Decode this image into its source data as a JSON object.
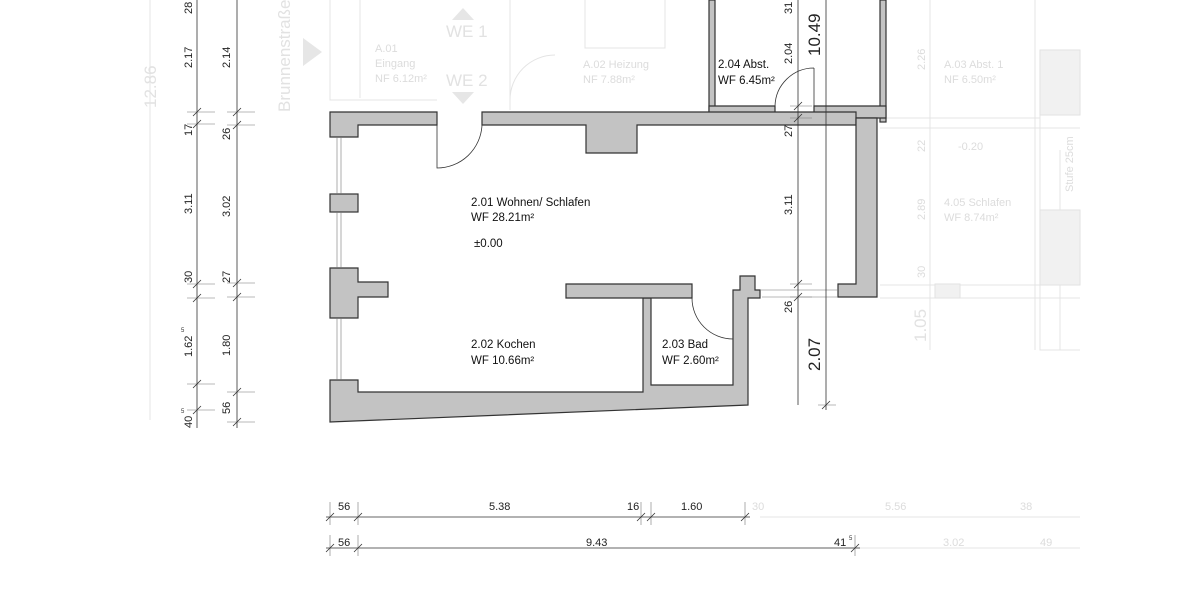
{
  "rooms": [
    {
      "name": "2.01 Wohnen/ Schlafen",
      "area": "WF 28.21m²",
      "level": "±0.00"
    },
    {
      "name": "2.02 Kochen",
      "area": "WF 10.66m²"
    },
    {
      "name": "2.03 Bad",
      "area": "WF 2.60m²"
    },
    {
      "name": "2.04 Abst.",
      "area": "WF 6.45m²"
    }
  ],
  "context": {
    "street": "Brunnenstraße",
    "we1": "WE 1",
    "we2": "WE 2",
    "a01": {
      "name": "A.01",
      "sub": "Eingang",
      "area": "NF 6.12m²"
    },
    "a02": {
      "name": "A.02 Heizung",
      "area": "NF 7.88m²"
    },
    "a03": {
      "name": "A.03 Abst. 1",
      "area": "NF 6.50m²"
    },
    "r405": {
      "name": "4.05 Schlafen",
      "area": "WF 8.74m²"
    },
    "level": "-0.20",
    "stufe": "Stufe 25cm",
    "total_height": "12.86",
    "dim_226": "2.26",
    "dim_22": "22",
    "dim_289": "2.89",
    "dim_30": "30",
    "dim_105": "1.05",
    "bottom_30": "30",
    "bottom_556": "5.56",
    "bottom_38": "38",
    "bottom_302": "3.02",
    "bottom_49": "49"
  },
  "dimensions": {
    "left_outer": [
      "28",
      "2.17",
      "17",
      "3.11",
      "30",
      "1.62",
      "40"
    ],
    "left_inner": [
      "2.14",
      "26",
      "3.02",
      "27",
      "1.80",
      "56"
    ],
    "right": [
      "31",
      "2.04",
      "27",
      "3.11",
      "26"
    ],
    "right_totals": [
      "10.49",
      "2.07"
    ],
    "bottom_row1": [
      "56",
      "5.38",
      "16",
      "1.60"
    ],
    "bottom_row2": [
      "56",
      "9.43",
      "41"
    ],
    "superscript": "5"
  }
}
